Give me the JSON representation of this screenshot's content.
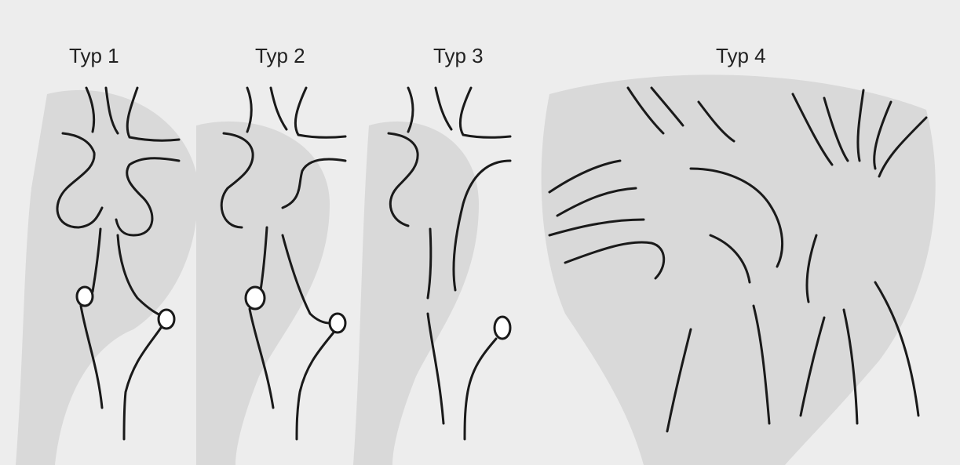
{
  "figure": {
    "labels": [
      "Typ 1",
      "Typ 2",
      "Typ 3",
      "Typ 4"
    ]
  },
  "colors": {
    "background": "#ededed",
    "vessel_fill": "#ffffff",
    "shadow_fill": "#d7d7d7",
    "outline": "#1a1a1a"
  }
}
